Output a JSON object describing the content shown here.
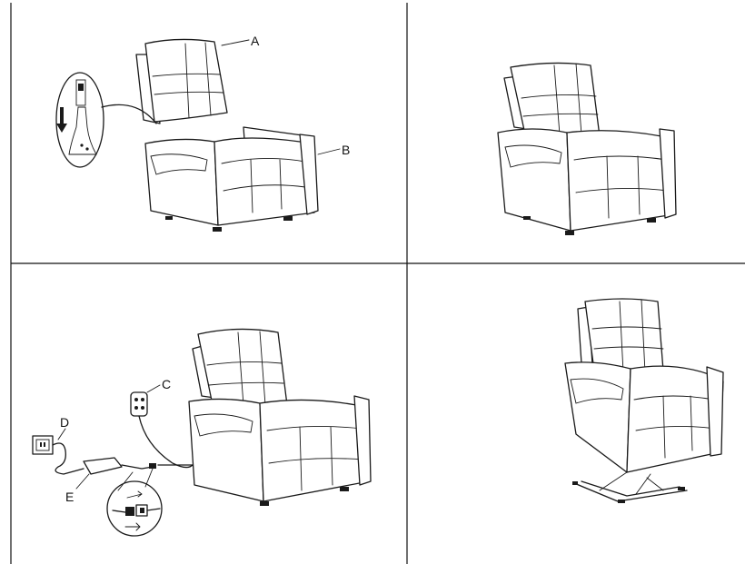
{
  "labels": {
    "a": "A",
    "b": "B",
    "c": "C",
    "d": "D",
    "e": "E"
  },
  "colors": {
    "line": "#1a1a1a",
    "background": "#ffffff"
  }
}
